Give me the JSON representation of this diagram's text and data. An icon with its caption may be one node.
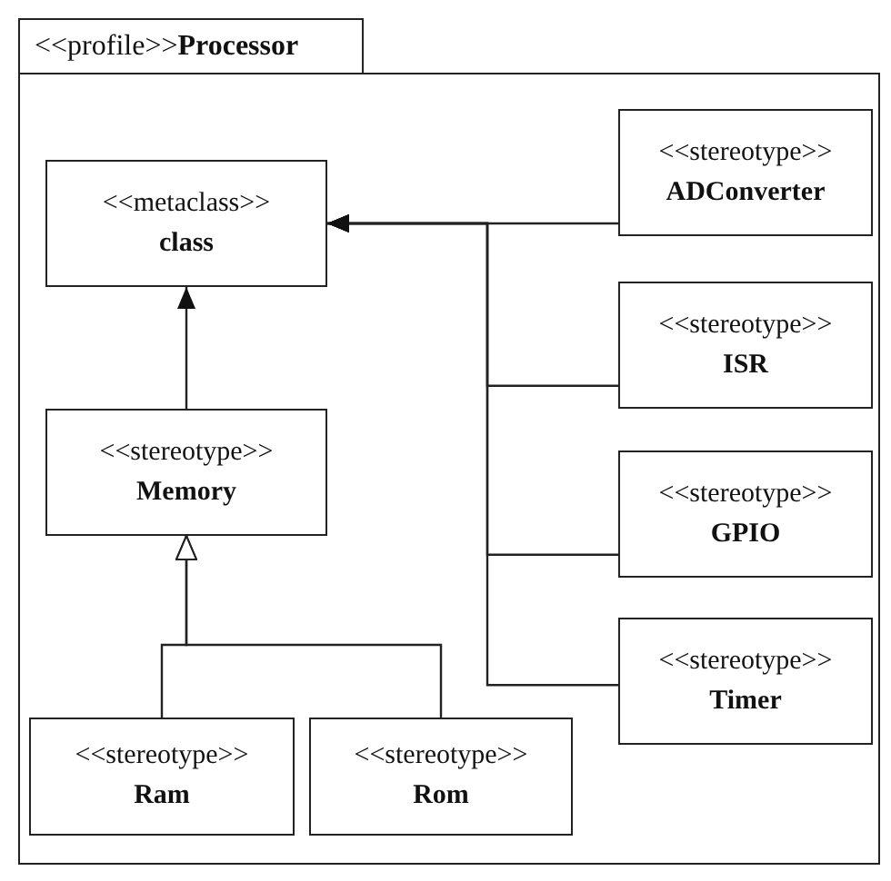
{
  "diagram": {
    "nodes": [
      {
        "text": [
          "<<profile>>**Processor**"
        ]
      },
      {
        "text": [
          "<<metaclass>>",
          "class"
        ],
        "in": 0
      },
      {
        "text": [
          "<<stereotype>>",
          "Memory"
        ],
        "in": 0
      },
      {
        "text": [
          "<<stereotype>>",
          "Ram"
        ],
        "in": 0
      },
      {
        "text": [
          "<<stereotype>>",
          "Rom"
        ],
        "in": 0
      },
      {
        "text": [
          "<<stereotype>>",
          "ADConverter"
        ],
        "in": 0
      },
      {
        "text": [
          "<<stereotype>>",
          "ISR"
        ],
        "in": 0
      },
      {
        "text": [
          "<<stereotype>>",
          "GPIO"
        ],
        "in": 0
      },
      {
        "text": [
          "<<stereotype>>",
          "Timer"
        ],
        "in": 0
      }
    ],
    "edges": [
      {
        "from": 2,
        "to": 1,
        "arrow": "to"
      },
      {
        "from": 3,
        "to": 2,
        "arrow": "to"
      },
      {
        "from": 4,
        "to": 2,
        "arrow": "to"
      },
      {
        "from": 5,
        "to": 1,
        "arrow": "to"
      },
      {
        "from": 6,
        "to": 1,
        "arrow": "to"
      },
      {
        "from": 7,
        "to": 1,
        "arrow": "to"
      },
      {
        "from": 8,
        "to": 1,
        "arrow": "to"
      }
    ]
  }
}
